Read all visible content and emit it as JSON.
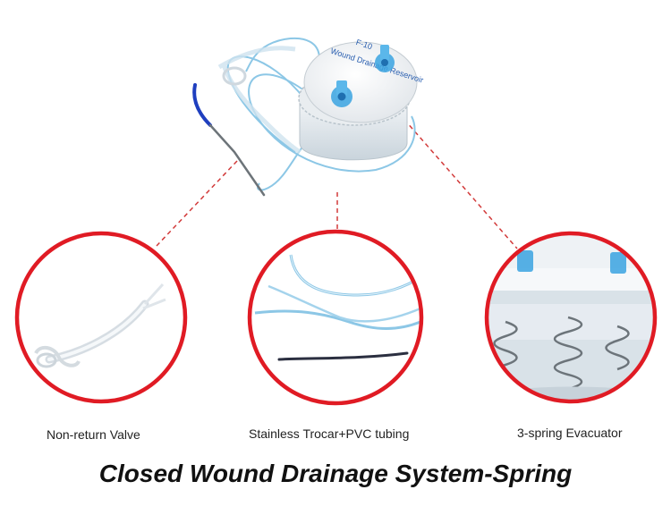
{
  "product_image": {
    "reservoir_lid_text": "Wound Drainage Reservoir",
    "reservoir_size_text": "F-10"
  },
  "details": [
    {
      "caption": "Non-return Valve"
    },
    {
      "caption": "Stainless Trocar+PVC tubing"
    },
    {
      "caption": "3-spring Evacuator"
    }
  ],
  "title": "Closed Wound Drainage System-Spring",
  "colors": {
    "circle_border": "#e01b24",
    "callout_line": "#d23a3a",
    "tubing": "#8cc7e6",
    "valve_blue": "#3aa3e0",
    "trocar_grip": "#1f3fbf"
  }
}
